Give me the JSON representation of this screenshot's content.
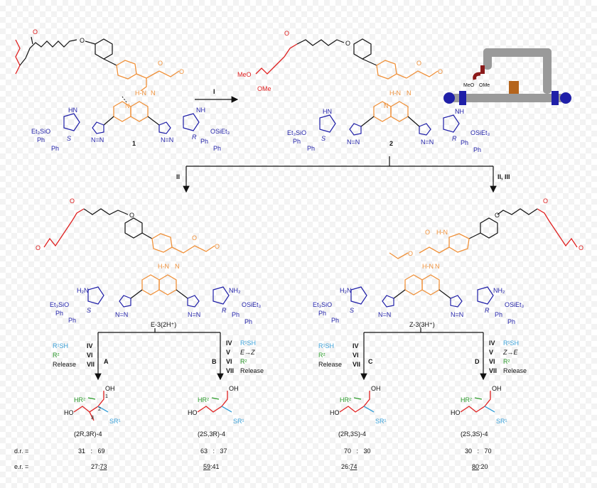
{
  "colors": {
    "orange": "#f0913a",
    "blue": "#1f1fa8",
    "red": "#e02020",
    "cyan": "#3aa0d8",
    "green": "#2a9a2a",
    "black": "#111111"
  },
  "compounds": {
    "c1": "1",
    "c2": "2",
    "e3": "E-3(2H⁺)",
    "z3": "Z-3(3H⁺)"
  },
  "labels": {
    "et3sio": "Et₃SiO",
    "osiet3": "OSiEt₃",
    "ph": "Ph",
    "s": "S",
    "r": "R",
    "nh": "NH",
    "hn": "HN",
    "h2n": "H₂N",
    "nh2": "NH₂",
    "meo": "MeO",
    "ome": "OMe"
  },
  "arrows": {
    "step1": "I",
    "left": "II",
    "right": "II, III"
  },
  "conditions": {
    "A": {
      "path": "A",
      "steps": [
        {
          "num": "IV",
          "text": "R¹SH",
          "color": "cyan"
        },
        {
          "num": "VI",
          "text": "R²",
          "color": "green"
        },
        {
          "num": "VII",
          "text": "Release",
          "color": "black"
        }
      ]
    },
    "B": {
      "path": "B",
      "steps": [
        {
          "num": "IV",
          "text": "R¹SH",
          "color": "cyan"
        },
        {
          "num": "V",
          "text": "E→Z",
          "color": "black"
        },
        {
          "num": "VI",
          "text": "R²",
          "color": "green"
        },
        {
          "num": "VII",
          "text": "Release",
          "color": "black"
        }
      ]
    },
    "C": {
      "path": "C",
      "steps": [
        {
          "num": "IV",
          "text": "R¹SH",
          "color": "cyan"
        },
        {
          "num": "VI",
          "text": "R²",
          "color": "green"
        },
        {
          "num": "VII",
          "text": "Release",
          "color": "black"
        }
      ]
    },
    "D": {
      "path": "D",
      "steps": [
        {
          "num": "IV",
          "text": "R¹SH",
          "color": "cyan"
        },
        {
          "num": "V",
          "text": "Z→E",
          "color": "black"
        },
        {
          "num": "VI",
          "text": "R²",
          "color": "green"
        },
        {
          "num": "VII",
          "text": "Release",
          "color": "black"
        }
      ]
    }
  },
  "products": {
    "p1": {
      "name": "(2R,3R)-4",
      "dr": "31   :   69",
      "er_a": "27:",
      "er_b": "73"
    },
    "p2": {
      "name": "(2S,3R)-4",
      "dr": "63   :   37",
      "er_a": "59",
      "er_b": ":41"
    },
    "p3": {
      "name": "(2R,3S)-4",
      "dr": "70   :   30",
      "er_a": "26:",
      "er_b": "74"
    },
    "p4": {
      "name": "(2S,3S)-4",
      "dr": "30   :   70",
      "er_a": "80",
      "er_b": ":20"
    }
  },
  "product_atoms": {
    "oh": "OH",
    "ho": "HO",
    "hr2": "HR²",
    "sr1": "SR¹",
    "n1": "1",
    "n2": "2",
    "n3": "3"
  },
  "row_labels": {
    "dr": "d.r. =",
    "er": "e.r. ="
  }
}
